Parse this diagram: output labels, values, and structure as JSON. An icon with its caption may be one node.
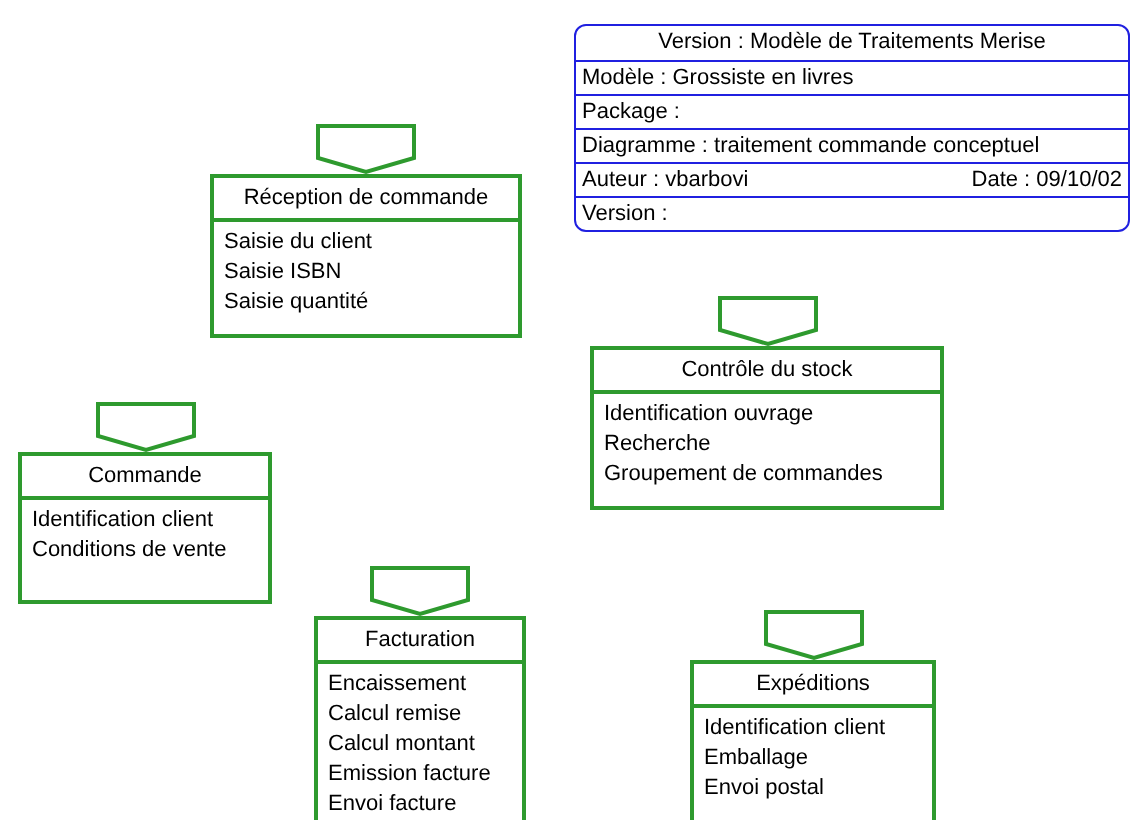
{
  "diagram": {
    "nodes": [
      {
        "text": [
          "Version : Modèle de Traitements Merise",
          "Modèle : Grossiste en livres",
          "Package :",
          "Diagramme : traitement commande conceptuel",
          "Auteur : vbarbovi",
          "Date : 09/10/02",
          "Version :"
        ]
      },
      {
        "text": [
          "Réception de commande",
          "Saisie du client",
          "Saisie ISBN",
          "Saisie quantité"
        ]
      },
      {
        "text": [
          "Contrôle du stock",
          "Identification ouvrage",
          "Recherche",
          "Groupement de commandes"
        ]
      },
      {
        "text": [
          "Commande",
          "Identification client",
          "Conditions de vente"
        ]
      },
      {
        "text": [
          "Facturation",
          "Encaissement",
          "Calcul remise",
          "Calcul montant",
          "Emission facture",
          "Envoi facture"
        ]
      },
      {
        "text": [
          "Expéditions",
          "Identification client",
          "Emballage",
          "Envoi postal"
        ]
      }
    ]
  }
}
